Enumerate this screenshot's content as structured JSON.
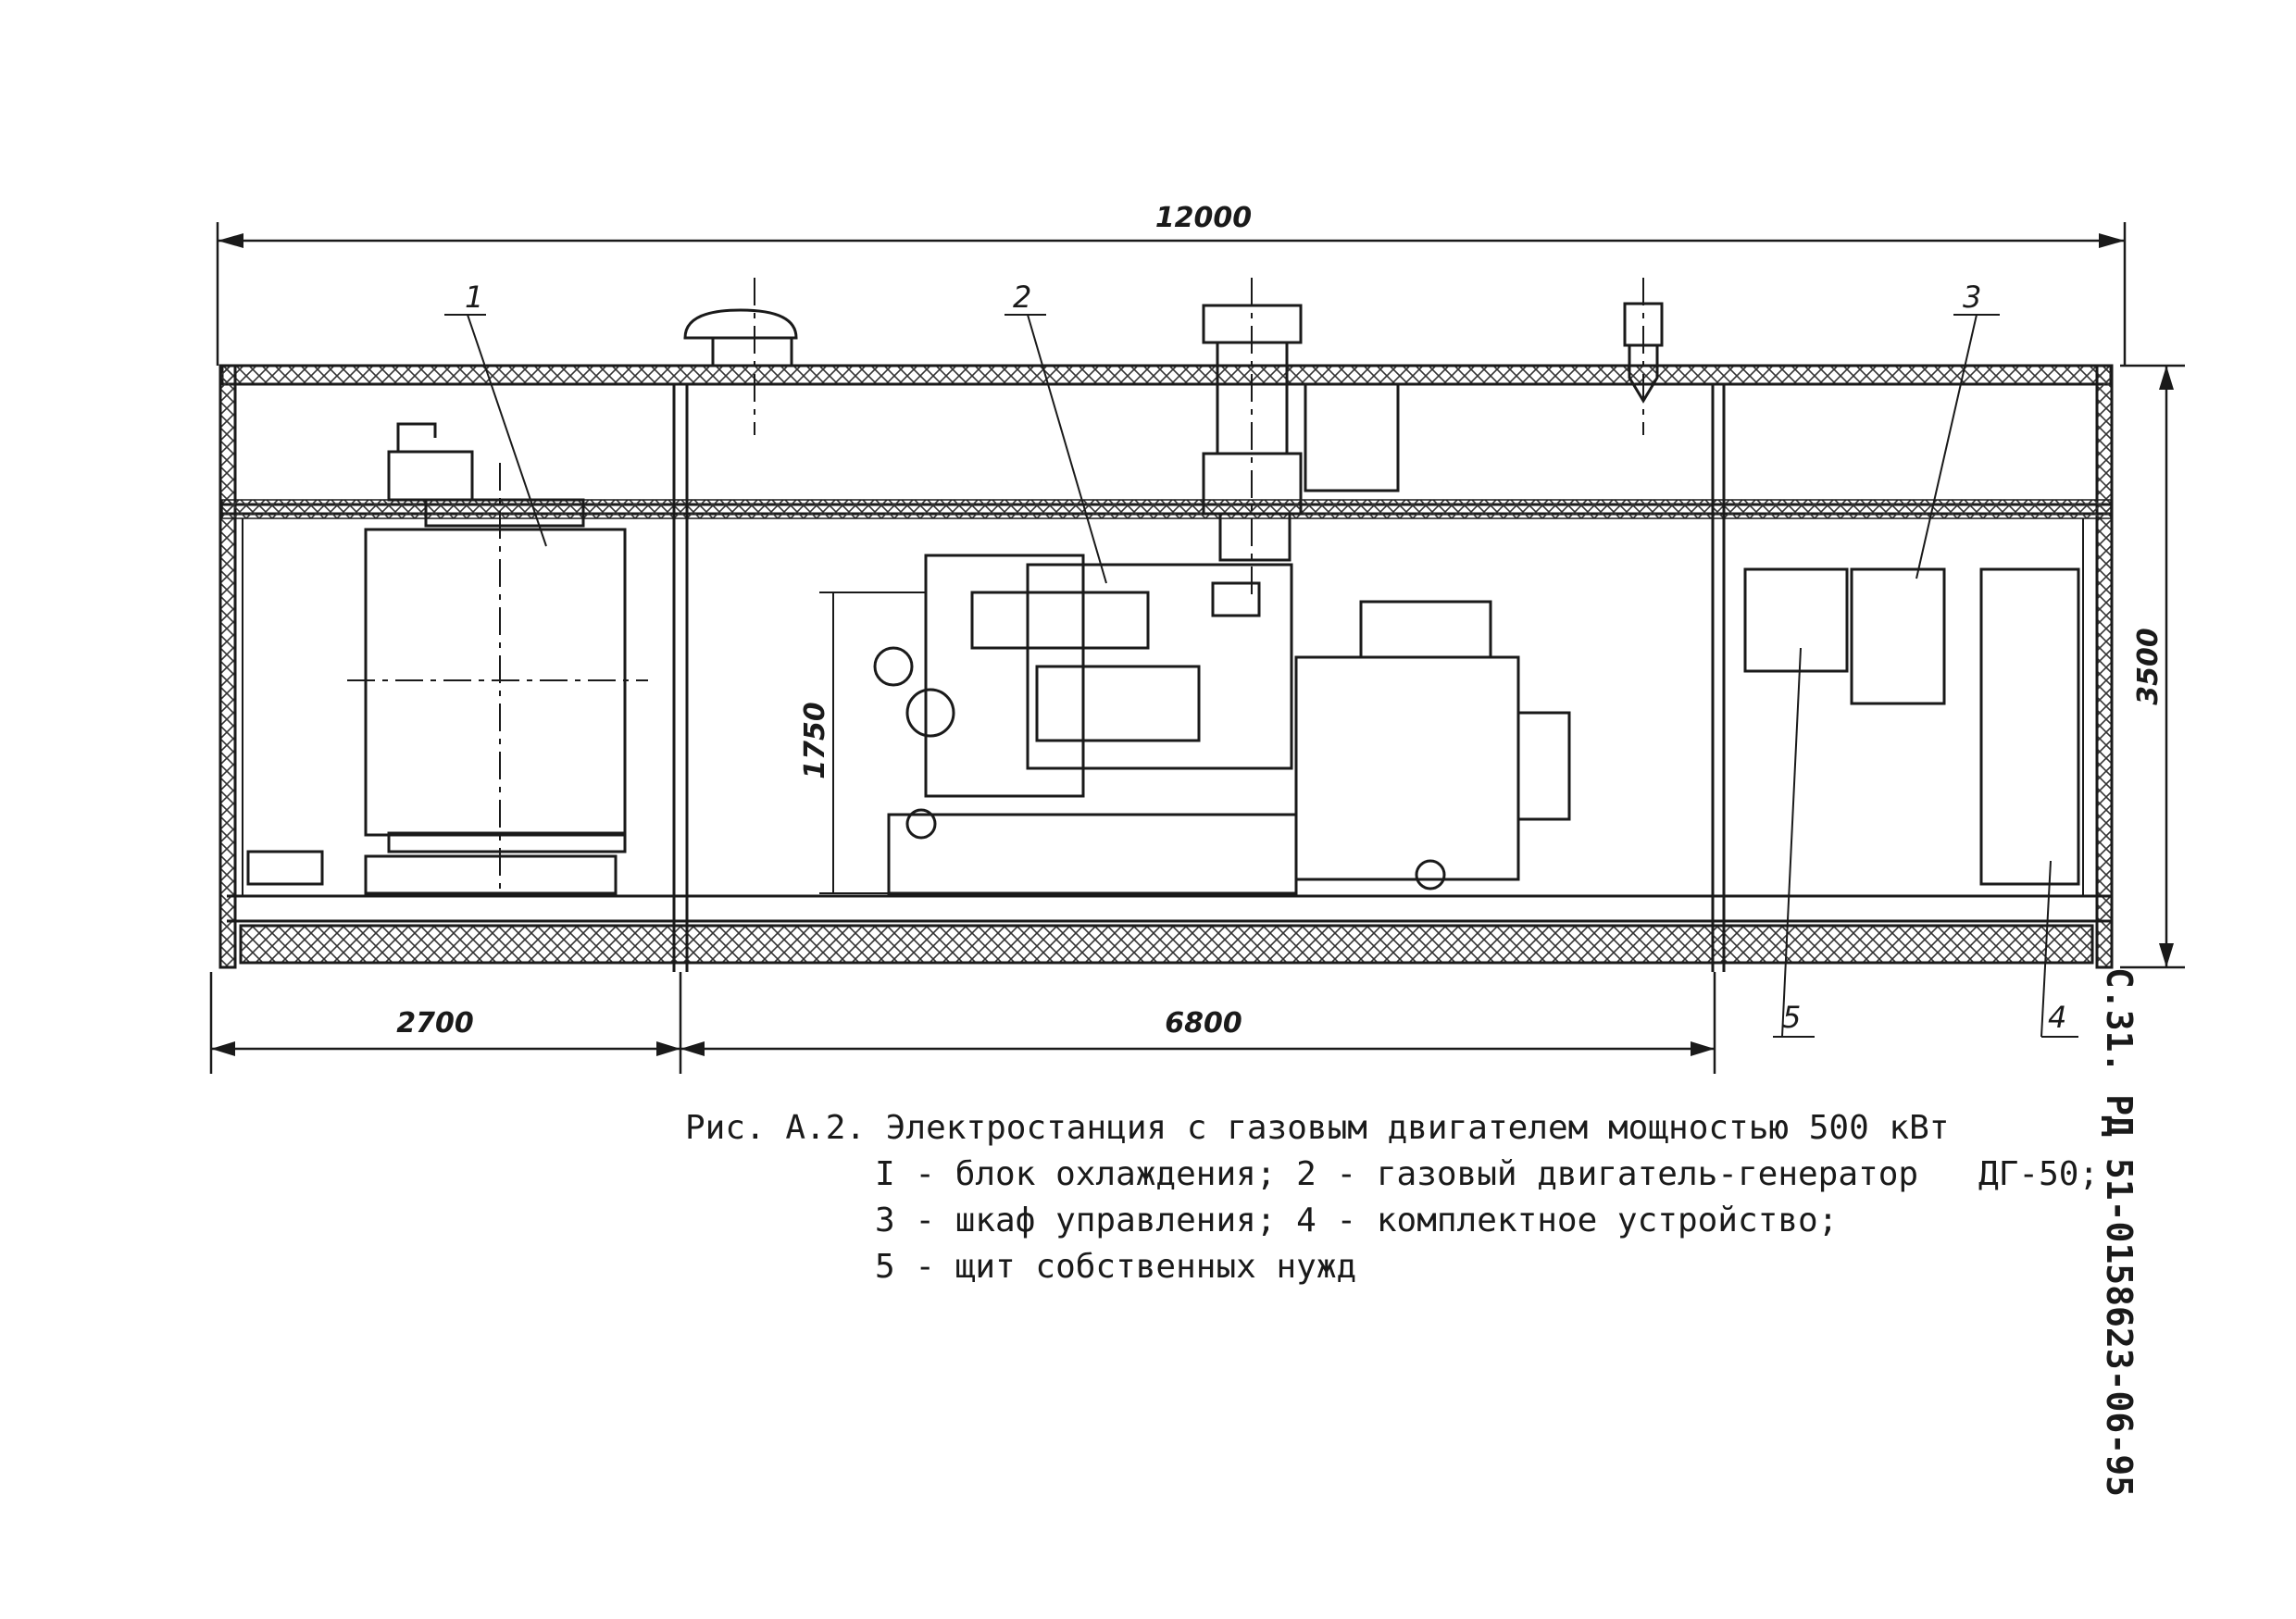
{
  "dimensions": {
    "overall_length": "12000",
    "section_left": "2700",
    "section_middle": "6800",
    "height": "3500",
    "engine_height": "1750"
  },
  "callouts": [
    "1",
    "2",
    "3",
    "4",
    "5"
  ],
  "caption": {
    "title": "Рис. А.2. Электростанция с газовым двигателем мощностью 500 кВт",
    "line1": "I - блок охлаждения; 2 - газовый двигатель-генератор   ДГ-50;",
    "line2": "3 - шкаф управления; 4 - комплектное устройство;",
    "line3": "5 - щит собственных нужд"
  },
  "side_stamp": "С.31. РД 51-0158623-06-95"
}
